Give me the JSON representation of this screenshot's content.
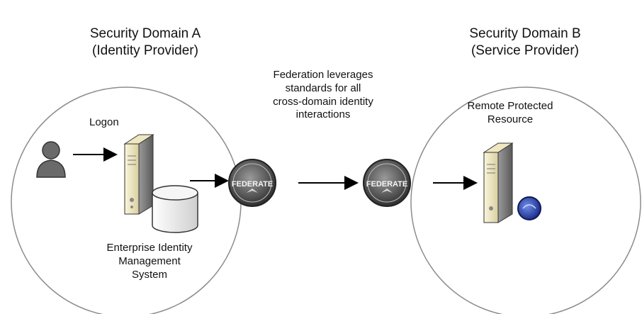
{
  "domain_a": {
    "title_line1": "Security Domain A",
    "title_line2": "(Identity Provider)",
    "logon_label": "Logon",
    "system_line1": "Enterprise Identity",
    "system_line2": "Management",
    "system_line3": "System"
  },
  "domain_b": {
    "title_line1": "Security Domain B",
    "title_line2": "(Service Provider)",
    "resource_line1": "Remote Protected",
    "resource_line2": "Resource"
  },
  "federation_note": {
    "line1": "Federation leverages",
    "line2": "standards for all",
    "line3": "cross-domain identity",
    "line4": "interactions"
  },
  "federate_badge_text": "FEDERATE",
  "icons": [
    "user-icon",
    "server-icon",
    "database-icon",
    "federate-badge-icon",
    "globe-badge-icon"
  ]
}
